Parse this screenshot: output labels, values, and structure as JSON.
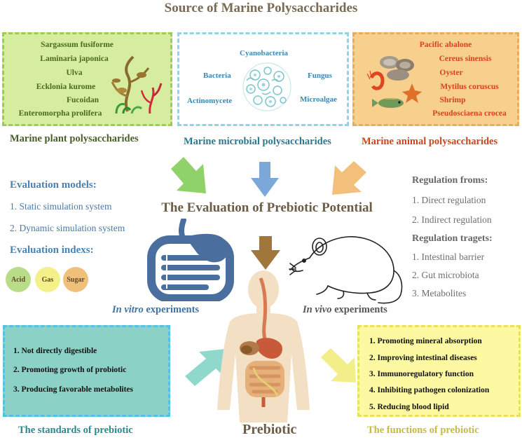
{
  "title": "Source of Marine Polysaccharides",
  "plant": {
    "items": [
      "Sargassum fusiforme",
      "Laminaria japonica",
      "Ulva",
      "Ecklonia kurome",
      "Fucoidan",
      "Enteromorpha prolifera"
    ],
    "caption": "Marine plant polysaccharides"
  },
  "microbe": {
    "items": {
      "cyanobacteria": "Cyanobacteria",
      "bacteria": "Bacteria",
      "fungus": "Fungus",
      "actinomycete": "Actinomycete",
      "microalgae": "Microalgae"
    },
    "caption": "Marine microbial polysaccharides"
  },
  "animal": {
    "items": [
      "Pacific abalone",
      "Cereus sinensis",
      "Oyster",
      "Mytilus coruscus",
      "Shrimp",
      "Pseudosciaena crocea"
    ],
    "caption": "Marine animal polysaccharides"
  },
  "center_title": "The Evaluation of Prebiotic Potential",
  "evaluation": {
    "models_heading": "Evaluation models:",
    "models": [
      "1. Static simulation  system",
      "2. Dynamic simulation system"
    ],
    "indexes_heading": "Evaluation indexs:",
    "indexes": [
      "Acid",
      "Gas",
      "Sugar"
    ]
  },
  "regulation": {
    "forms_heading": "Regulation froms:",
    "forms": [
      "1. Direct regulation",
      "2. Indirect regulation"
    ],
    "targets_heading": "Regulation tragets:",
    "targets": [
      "1. Intestinal barrier",
      "2. Gut microbiota",
      "3. Metabolites"
    ]
  },
  "in_vitro": {
    "italic": "In vitro",
    "rest": " experiments"
  },
  "in_vivo": {
    "italic": "In vivo",
    "rest": " experiments"
  },
  "standards": {
    "items": [
      "1. Not directly digestible",
      "2. Promoting growth of probiotic",
      "3. Producing favorable metabolites"
    ],
    "caption": "The standards of prebiotic"
  },
  "functions": {
    "items": [
      "1. Promoting mineral absorption",
      "2. Improving intestinal diseases",
      "3. Immunoregulatory function",
      "4. Inhibiting pathogen colonization",
      "5. Reducing blood lipid"
    ],
    "caption": "The functions of prebiotic"
  },
  "prebiotic_label": "Prebiotic",
  "colors": {
    "plant_fill": "#d6ec9e",
    "plant_border": "#9ccc55",
    "microbe_border": "#8fd4ea",
    "animal_fill": "#f6d08c",
    "animal_border": "#e3ae60",
    "standards_fill": "#8bd1c6",
    "functions_fill": "#fdf9a2",
    "plant_caption": "#4a5e2a",
    "microbe_caption": "#2b7a8c",
    "animal_caption": "#d04418",
    "intestine": "#4a6e9e"
  },
  "icons": [
    "seaweed-icon",
    "microbe-icon",
    "seafood-icon",
    "arrow-icon",
    "intestine-icon",
    "mouse-icon",
    "human-body-icon"
  ]
}
